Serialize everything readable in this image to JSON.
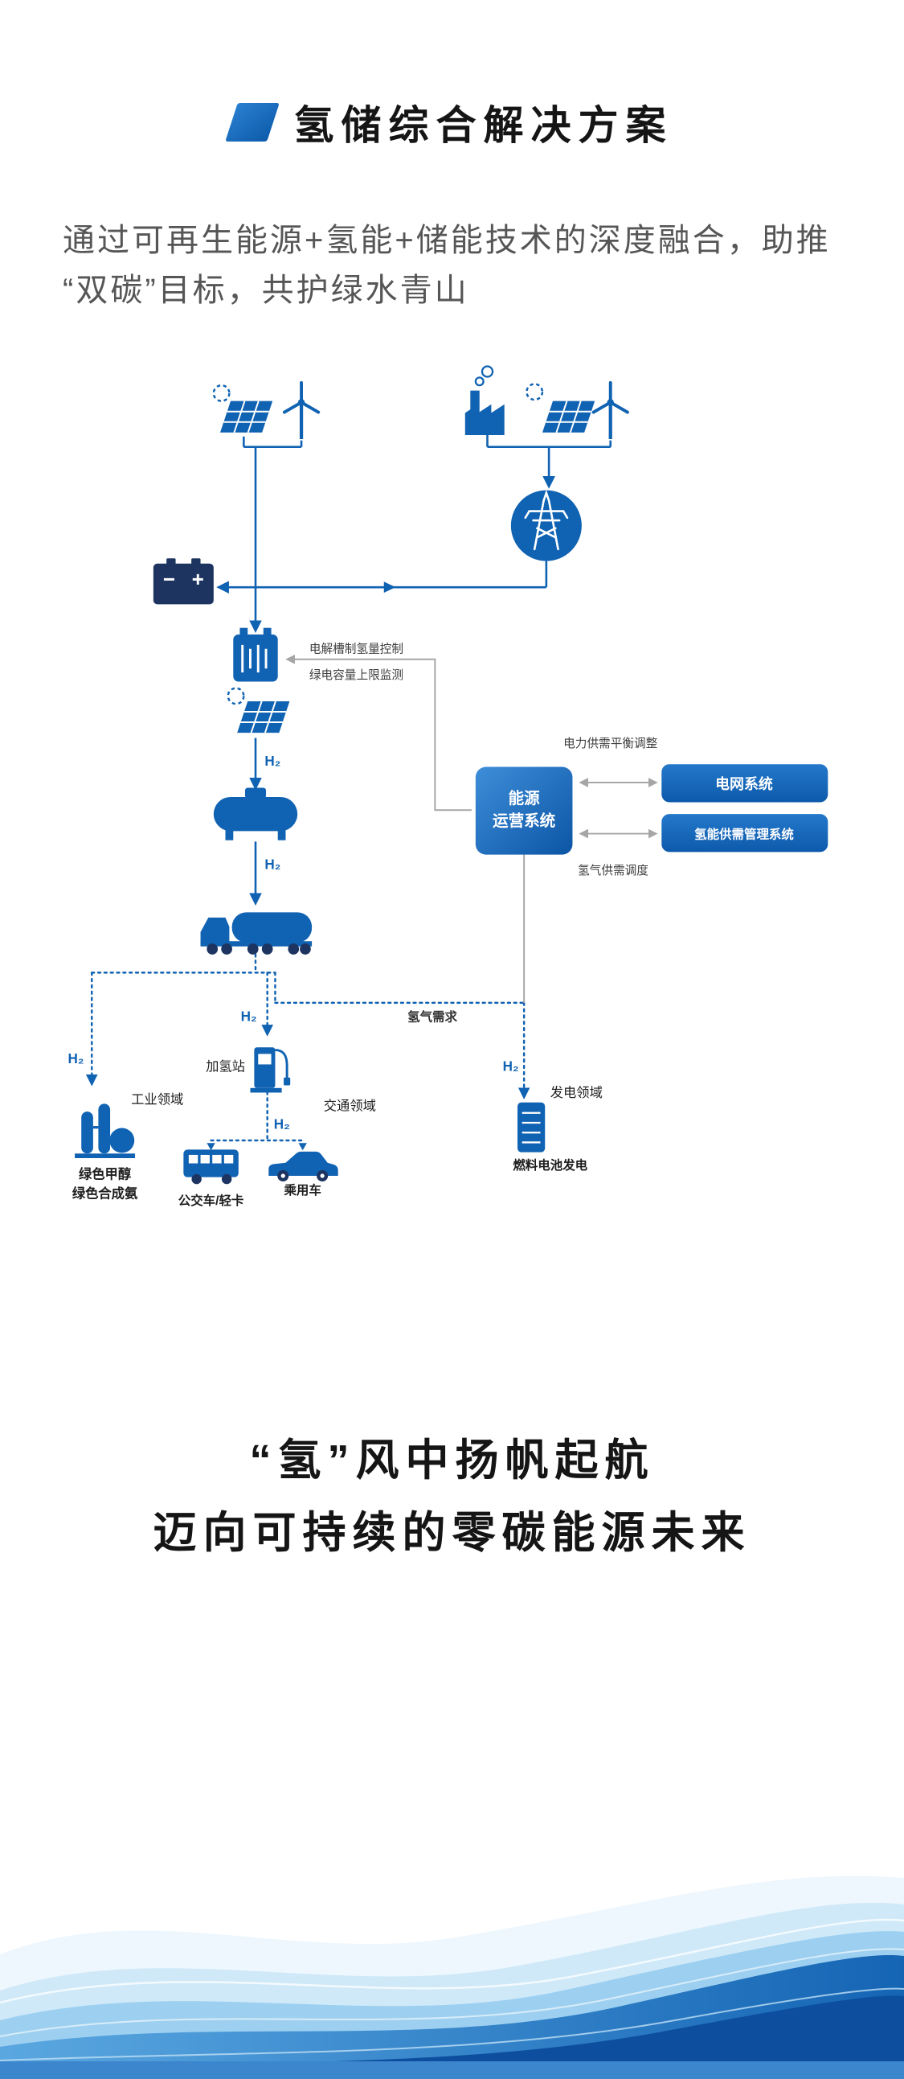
{
  "header": {
    "title": "氢储综合解决方案"
  },
  "intro": {
    "line1": "通过可再生能源+氢能+储能技术的深度融合，助推",
    "line2": "“双碳”目标，共护绿水青山"
  },
  "diagram": {
    "h2": "H₂",
    "labels": {
      "electrolyzer_control": "电解槽制氢量控制",
      "green_power_cap_monitor": "绿电容量上限监测",
      "power_balance_adjust": "电力供需平衡调整",
      "hydrogen_supply_dispatch": "氢气供需调度",
      "hydrogen_demand": "氢气需求",
      "refueling_station": "加氢站",
      "industry_sector": "工业领域",
      "transport_sector": "交通领域",
      "power_gen_sector": "发电领域",
      "green_methanol": "绿色甲醇",
      "green_ammonia": "绿色合成氨",
      "bus_light_truck": "公交车/轻卡",
      "passenger_car": "乘用车",
      "fuel_cell_power": "燃料电池发电"
    },
    "nodes": {
      "energy_ops_line1": "能源",
      "energy_ops_line2": "运营系统",
      "grid_system": "电网系统",
      "hydrogen_mgmt_system": "氢能供需管理系统"
    }
  },
  "slogan": {
    "line1": "“氢”风中扬帆起航",
    "line2": "迈向可持续的零碳能源未来"
  },
  "colors": {
    "primary_blue": "#1062b2",
    "dark_navy": "#1d3461",
    "line_gray": "#a6a6a6",
    "text_gray": "#565656"
  }
}
